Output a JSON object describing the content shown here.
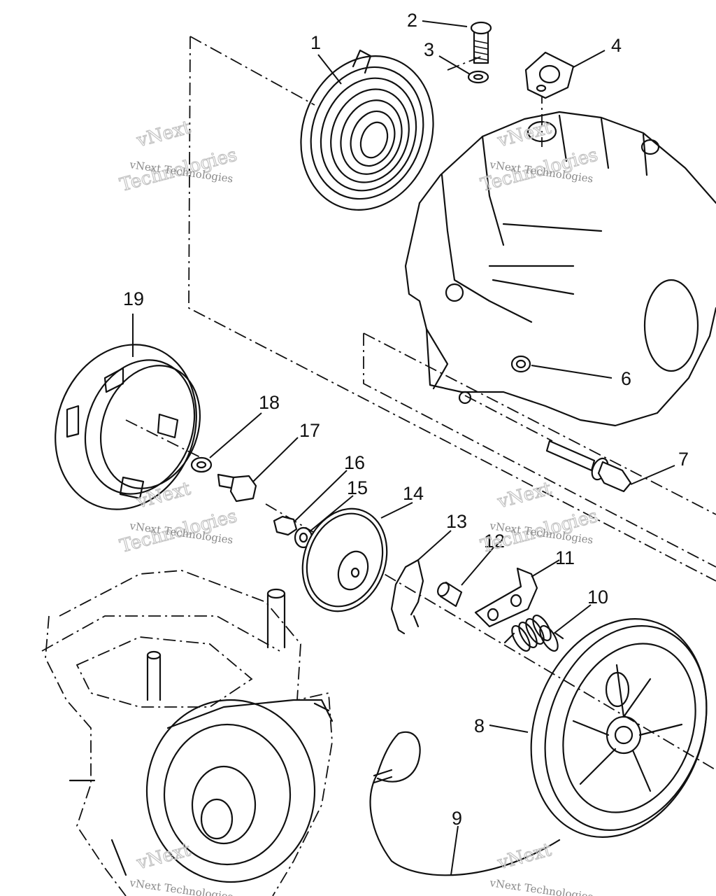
{
  "diagram": {
    "callouts": [
      {
        "id": "1",
        "label": "1"
      },
      {
        "id": "2",
        "label": "2"
      },
      {
        "id": "3",
        "label": "3"
      },
      {
        "id": "4",
        "label": "4"
      },
      {
        "id": "6",
        "label": "6"
      },
      {
        "id": "7",
        "label": "7"
      },
      {
        "id": "8",
        "label": "8"
      },
      {
        "id": "9",
        "label": "9"
      },
      {
        "id": "10",
        "label": "10"
      },
      {
        "id": "11",
        "label": "11"
      },
      {
        "id": "12",
        "label": "12"
      },
      {
        "id": "13",
        "label": "13"
      },
      {
        "id": "14",
        "label": "14"
      },
      {
        "id": "15",
        "label": "15"
      },
      {
        "id": "16",
        "label": "16"
      },
      {
        "id": "17",
        "label": "17"
      },
      {
        "id": "18",
        "label": "18"
      },
      {
        "id": "19",
        "label": "19"
      }
    ]
  },
  "watermark": {
    "line1": "vNext Technologies",
    "line2": "vNext",
    "line3": "Technologies"
  }
}
